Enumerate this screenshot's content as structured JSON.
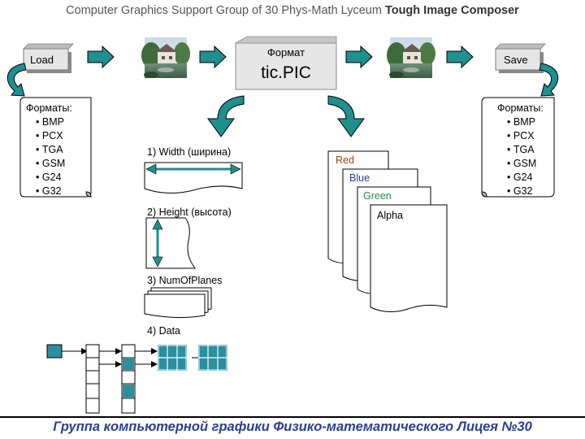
{
  "header": {
    "prefix": "Computer Graphics Support Group of 30 Phys-Math Lyceum",
    "app_name": "Tough Image Composer"
  },
  "load_label": "Load",
  "save_label": "Save",
  "format_box": {
    "caption": "Формат",
    "name": "tic.PIC"
  },
  "formats_left": {
    "title": "Форматы:",
    "items": [
      "BMP",
      "PCX",
      "TGA",
      "GSM",
      "G24",
      "G32"
    ]
  },
  "formats_right": {
    "title": "Форматы:",
    "items": [
      "BMP",
      "PCX",
      "TGA",
      "GSM",
      "G24",
      "G32"
    ]
  },
  "fields": {
    "width": "1) Width (ширина)",
    "height": "2) Height (высота)",
    "planes": "3) NumOfPlanes",
    "data": "4) Data"
  },
  "planes": {
    "red": "Red",
    "blue": "Blue",
    "green": "Green",
    "alpha": "Alpha"
  },
  "colors": {
    "arrow_fill": "#1f8f8f",
    "red_text": "#b03a10",
    "blue_text": "#1f3f9f",
    "green_text": "#1f8f3f",
    "grid_fill": "#2a8f9f",
    "footer_text": "#2a3f93"
  },
  "footer": "Группа компьютерной графики Физико-математического Лицея №30"
}
